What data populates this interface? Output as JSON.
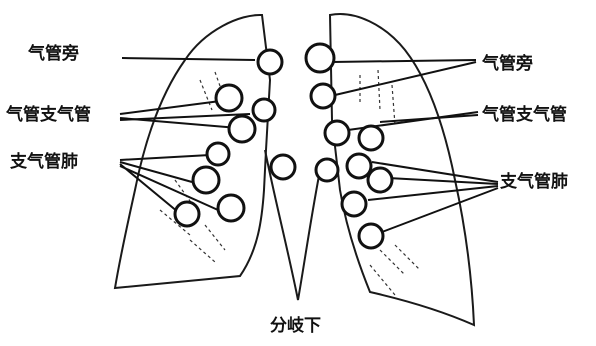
{
  "labels": {
    "left_paratracheal": "气管旁",
    "left_tracheobronchial": "气管支气管",
    "left_bronchopulmonary": "支气管肺",
    "right_paratracheal": "气管旁",
    "right_tracheobronchial": "气管支气管",
    "right_bronchopulmonary": "支气管肺",
    "subcarinal": "分岐下"
  }
}
